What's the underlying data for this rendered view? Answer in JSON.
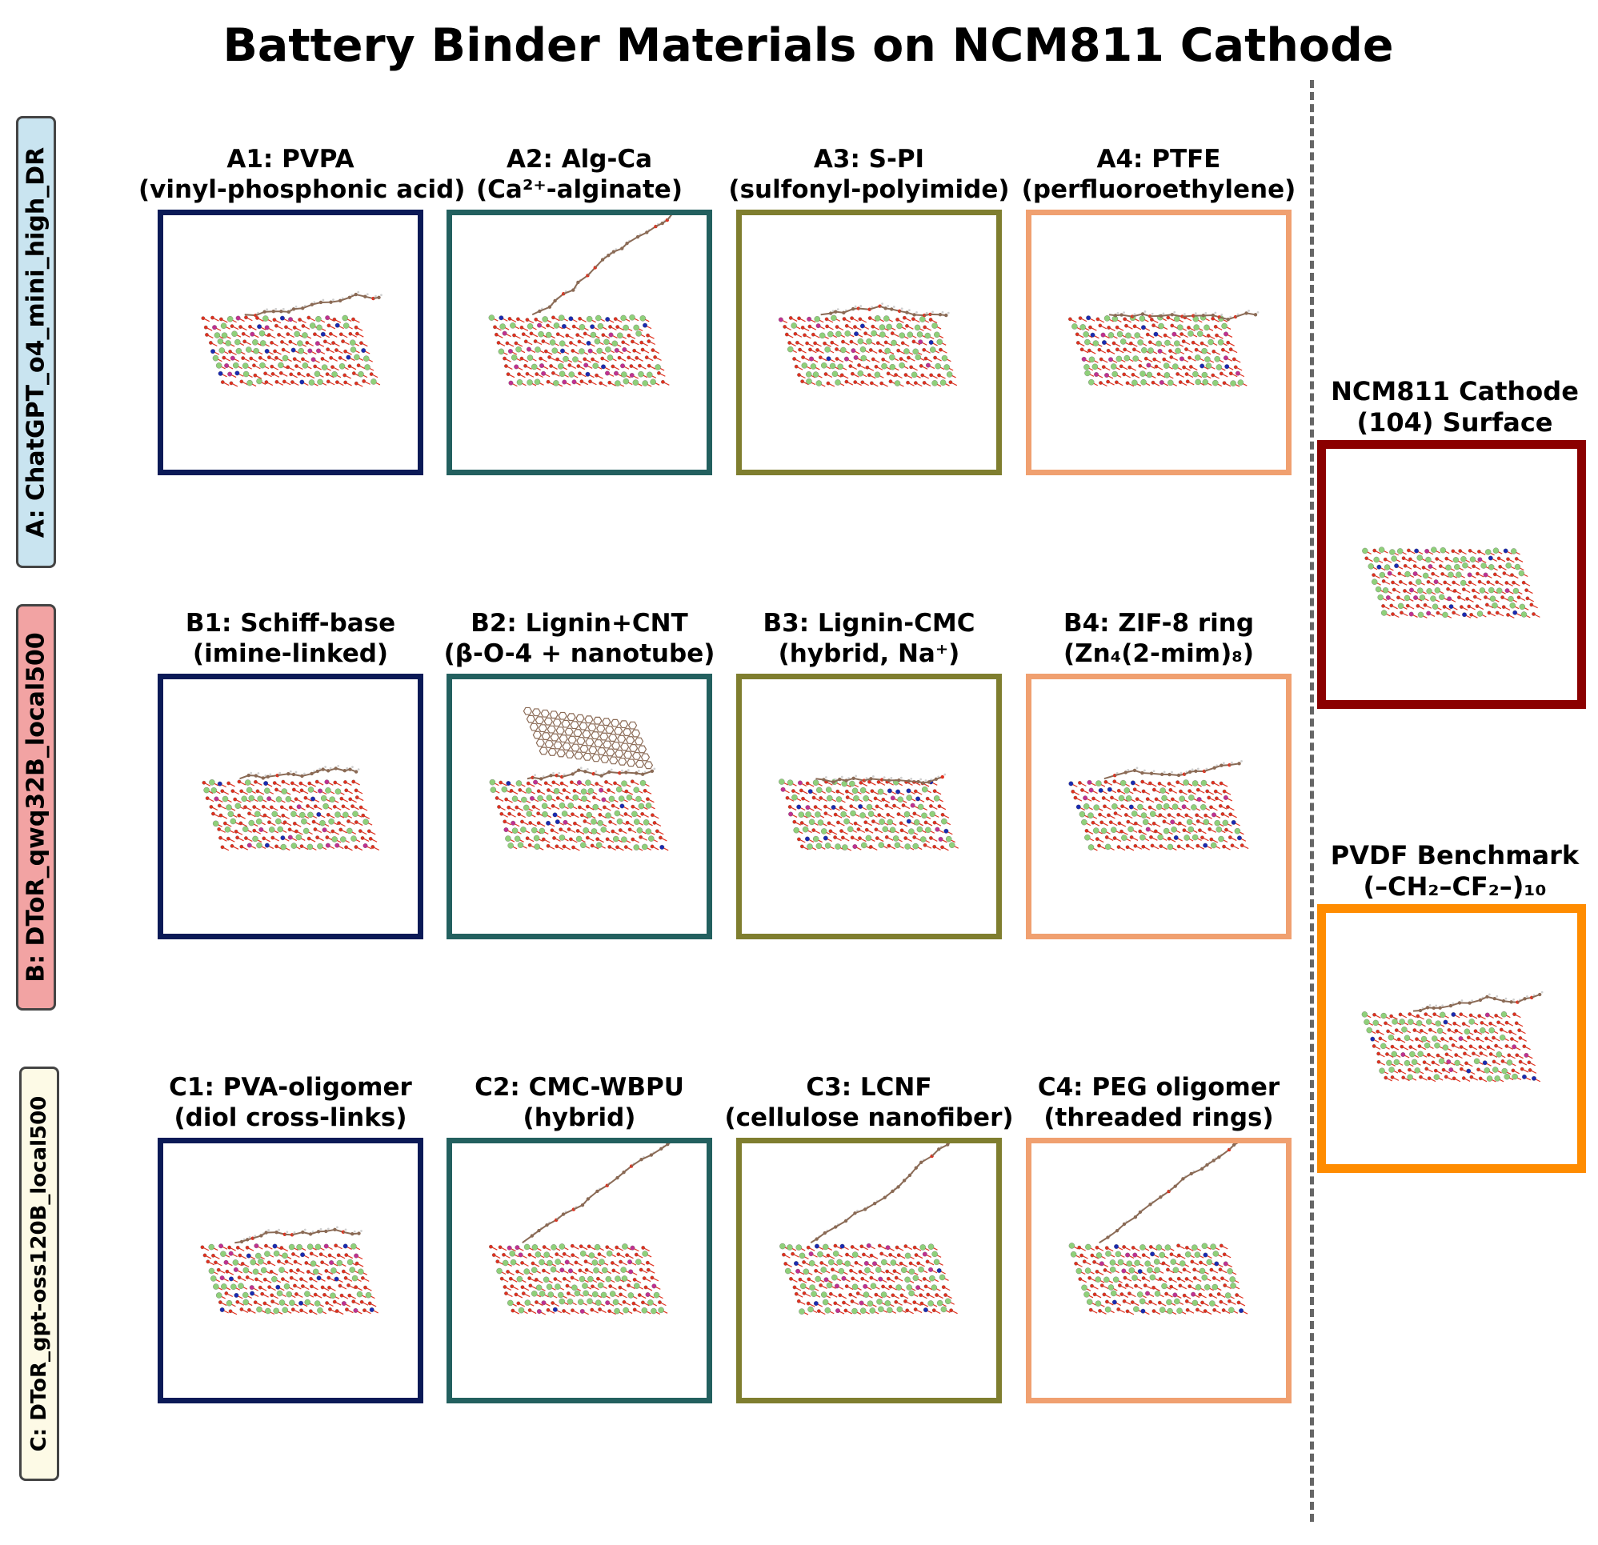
{
  "title": "Battery Binder Materials on NCM811 Cathode",
  "rows": [
    {
      "label": "A: ChatGPT_o4_mini_high_DR",
      "color": "#c9e4f0"
    },
    {
      "label": "B: DToR_qwq32B_local500",
      "color": "#f2a3a3"
    },
    {
      "label": "C: DToR_gpt-oss120B_local500",
      "color": "#fdfae6"
    }
  ],
  "column_colors": [
    "#0b1a57",
    "#23605f",
    "#7f7e2f",
    "#f0a070"
  ],
  "panels": [
    {
      "line1": "A1: PVPA",
      "line2": "(vinyl-phosphonic acid)"
    },
    {
      "line1": "A2: Alg-Ca",
      "line2": "(Ca²⁺-alginate)"
    },
    {
      "line1": "A3: S-PI",
      "line2": "(sulfonyl-polyimide)"
    },
    {
      "line1": "A4: PTFE",
      "line2": "(perfluoroethylene)"
    },
    {
      "line1": "B1: Schiff-base",
      "line2": "(imine-linked)"
    },
    {
      "line1": "B2: Lignin+CNT",
      "line2": "(β-O-4 + nanotube)"
    },
    {
      "line1": "B3: Lignin-CMC",
      "line2": "(hybrid, Na⁺)"
    },
    {
      "line1": "B4: ZIF-8 ring",
      "line2": "(Zn₄(2-mim)₈)"
    },
    {
      "line1": "C1: PVA-oligomer",
      "line2": "(diol cross-links)"
    },
    {
      "line1": "C2: CMC-WBPU",
      "line2": "(hybrid)"
    },
    {
      "line1": "C3: LCNF",
      "line2": "(cellulose nanofiber)"
    },
    {
      "line1": "C4: PEG oligomer",
      "line2": "(threaded rings)"
    }
  ],
  "references": [
    {
      "line1": "NCM811 Cathode",
      "line2": "(104) Surface",
      "color": "#8b0000"
    },
    {
      "line1": "PVDF Benchmark",
      "line2": "(–CH₂–CF₂–)₁₀",
      "color": "#ff8c00"
    }
  ],
  "molecule_colors": {
    "oxygen": "#e0301e",
    "lithium": "#8fd07a",
    "cobalt": "#c03090",
    "nickel": "#1a2ab0",
    "carbon": "#8a6a55",
    "hydrogen": "#cfcfcf"
  }
}
